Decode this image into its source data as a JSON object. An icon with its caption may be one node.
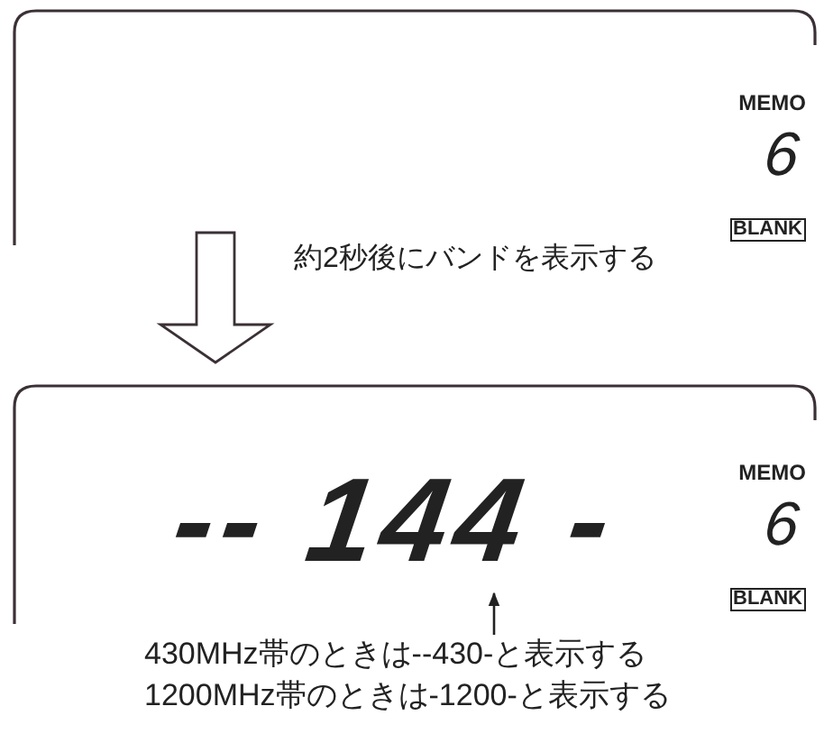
{
  "diagram": {
    "nodes": [
      {
        "text": [
          "MEMO",
          "6",
          "BLANK"
        ]
      },
      {
        "text": [
          "-- 144 -",
          "MEMO",
          "6",
          "BLANK"
        ]
      },
      {
        "text": [
          "430MHz帯のときは--430-と表示する",
          "1200MHz帯のときは-1200-と表示する"
        ]
      }
    ],
    "edges": [
      {
        "from": 0,
        "to": 1,
        "arrow": "to",
        "label": "約2秒後にバンドを表示する"
      },
      {
        "from": 2,
        "to": null,
        "arrow": "to"
      }
    ]
  }
}
